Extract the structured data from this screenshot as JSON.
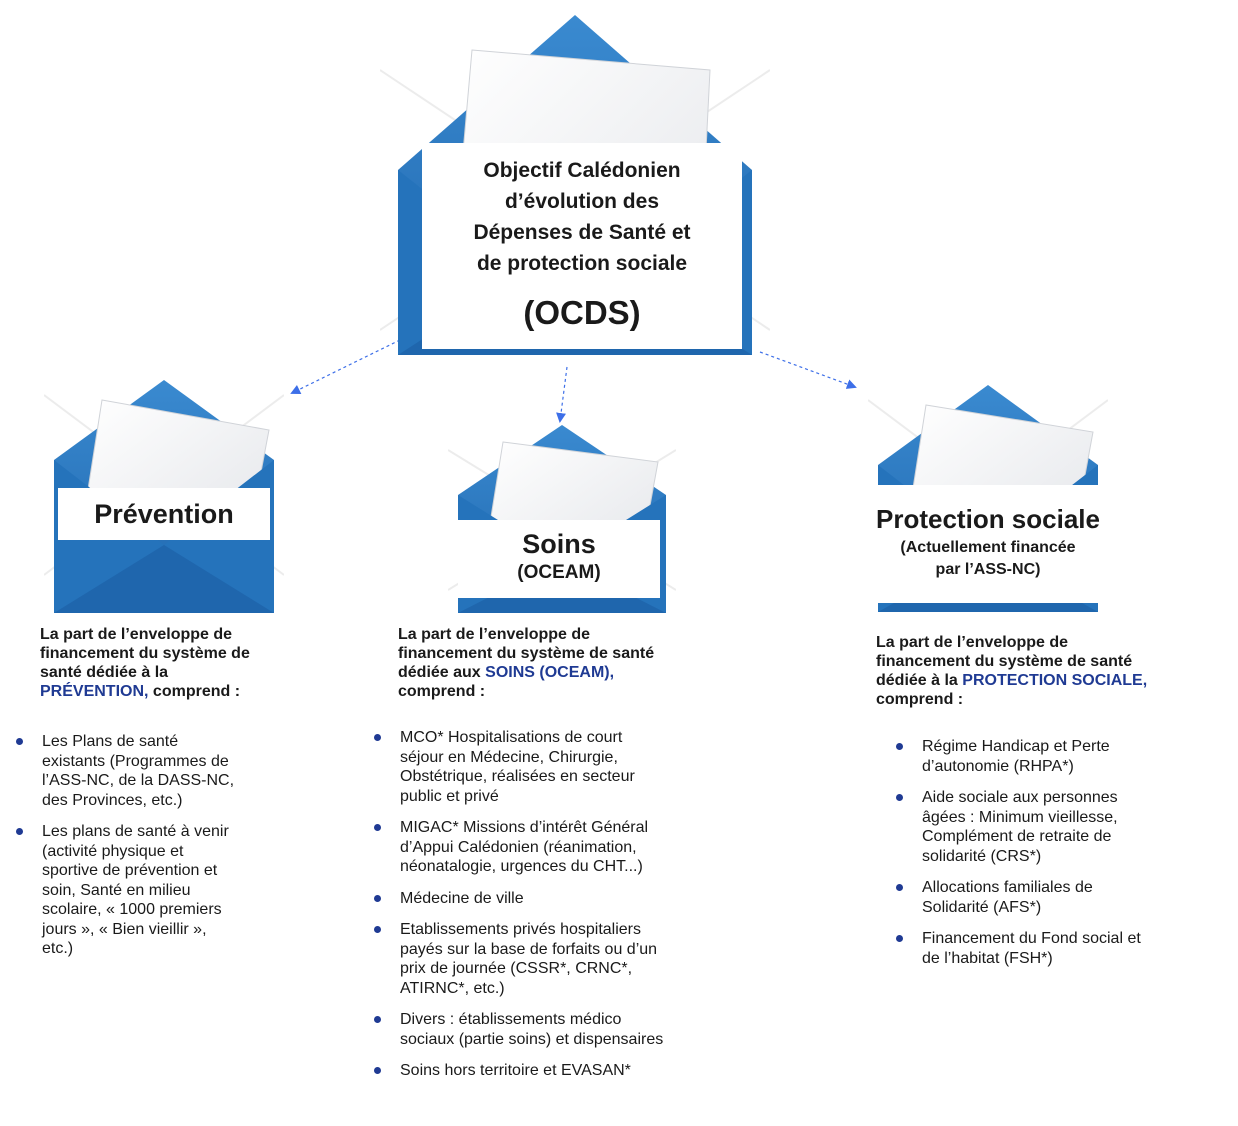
{
  "colors": {
    "envelope_blue": "#2b7bc1",
    "envelope_dark": "#1a5da2",
    "highlight": "#1f3a93",
    "arrow": "#3d6fe8"
  },
  "top": {
    "title_line1": "Objectif Calédonien",
    "title_line2": "d’évolution des",
    "title_line3": "Dépenses de Santé et",
    "title_line4": "de protection sociale",
    "acronym": "(OCDS)"
  },
  "prevention": {
    "title": "Prévention",
    "desc_line1": "La part de l’enveloppe de",
    "desc_line2": "financement du système de",
    "desc_line3": "santé dédiée à la",
    "desc_highlight": "PRÉVENTION,",
    "desc_after": " comprend :",
    "items": [
      [
        "Les Plans de santé",
        "existants (Programmes de",
        "l’ASS-NC, de la DASS-NC,",
        "des Provinces, etc.)"
      ],
      [
        "Les plans de santé à venir",
        "(activité physique et",
        "sportive de prévention et",
        "soin, Santé en milieu",
        "scolaire, « 1000 premiers",
        "jours », « Bien vieillir »,",
        "etc.)"
      ]
    ]
  },
  "soins": {
    "title": "Soins",
    "subtitle": "(OCEAM)",
    "desc_line1": "La part de l’enveloppe de",
    "desc_line2": "financement du système de santé",
    "desc_line3_before": "dédiée aux ",
    "desc_highlight": "SOINS (OCEAM),",
    "desc_line4": "comprend :",
    "items": [
      [
        "MCO* Hospitalisations de court",
        "séjour en Médecine, Chirurgie,",
        "Obstétrique, réalisées en secteur",
        "public et privé"
      ],
      [
        "MIGAC* Missions d’intérêt Général",
        "d’Appui Calédonien (réanimation,",
        "néonatalogie, urgences du CHT...)"
      ],
      [
        "Médecine de ville"
      ],
      [
        "Etablissements privés hospitaliers",
        "payés sur la base de forfaits ou d’un",
        "prix de journée (CSSR*, CRNC*,",
        "ATIRNC*, etc.)"
      ],
      [
        "Divers : établissements médico",
        "sociaux (partie soins) et dispensaires"
      ],
      [
        "Soins hors territoire et EVASAN*"
      ]
    ]
  },
  "protection": {
    "title": "Protection sociale",
    "subtitle_line1": "(Actuellement financée",
    "subtitle_line2": "par l’ASS-NC)",
    "desc_line1": "La part de l’enveloppe de",
    "desc_line2": "financement du système de santé",
    "desc_line3_before": "dédiée à la ",
    "desc_highlight": "PROTECTION SOCIALE,",
    "desc_line4": "comprend :",
    "items": [
      [
        "Régime Handicap et Perte",
        "d’autonomie (RHPA*)"
      ],
      [
        "Aide sociale aux personnes",
        "âgées : Minimum vieillesse,",
        "Complément de retraite de",
        "solidarité (CRS*)"
      ],
      [
        "Allocations familiales de",
        "Solidarité (AFS*)"
      ],
      [
        "Financement du Fond social et",
        "de l’habitat (FSH*)"
      ]
    ]
  }
}
